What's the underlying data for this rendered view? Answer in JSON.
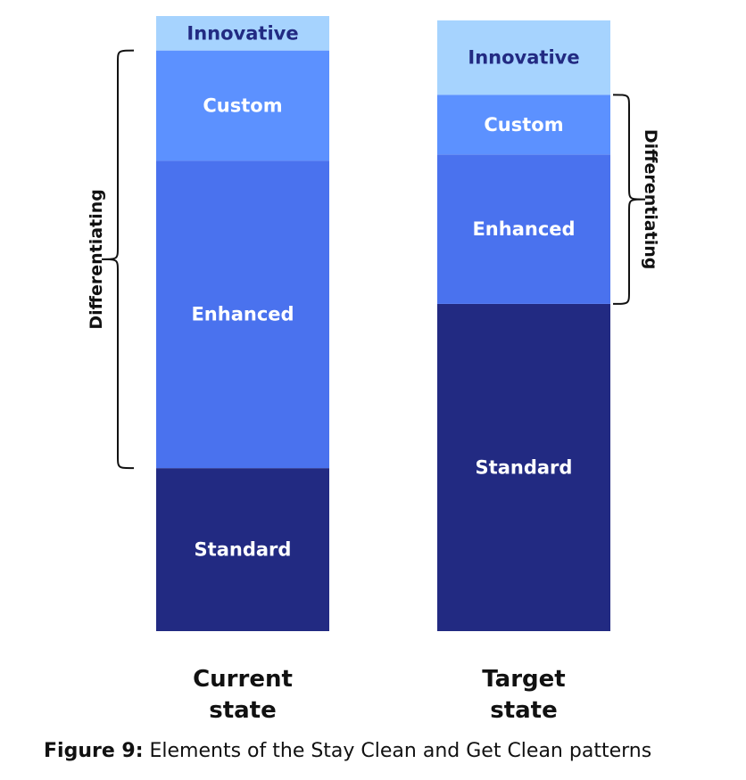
{
  "chart_data": {
    "type": "bar",
    "stacked": true,
    "categories": [
      "Current state",
      "Target state"
    ],
    "category_label_lines": [
      [
        "Current",
        "state"
      ],
      [
        "Target",
        "state"
      ]
    ],
    "segment_order_bottom_to_top": [
      "Standard",
      "Enhanced",
      "Custom",
      "Innovative"
    ],
    "series": [
      {
        "name": "Standard",
        "values": [
          26.5,
          53.2
        ],
        "color": "#222a82",
        "text_color": "#ffffff"
      },
      {
        "name": "Enhanced",
        "values": [
          50.0,
          24.3
        ],
        "color": "#4a72ee",
        "text_color": "#ffffff"
      },
      {
        "name": "Custom",
        "values": [
          17.9,
          9.7
        ],
        "color": "#5c91ff",
        "text_color": "#ffffff"
      },
      {
        "name": "Innovative",
        "values": [
          5.6,
          12.1
        ],
        "color": "#a6d3fe",
        "text_color": "#222a82"
      }
    ],
    "ylim": [
      0,
      100
    ],
    "axes_visible": false,
    "grid": false,
    "legend": "none",
    "annotations": [
      {
        "text": "Differentiating",
        "bar": 0,
        "spans": [
          "Enhanced",
          "Custom"
        ],
        "side": "left"
      },
      {
        "text": "Differentiating",
        "bar": 1,
        "spans": [
          "Enhanced",
          "Custom"
        ],
        "side": "right"
      }
    ]
  },
  "caption": {
    "number": "Figure 9:",
    "text": " Elements of the Stay Clean and Get Clean patterns"
  }
}
